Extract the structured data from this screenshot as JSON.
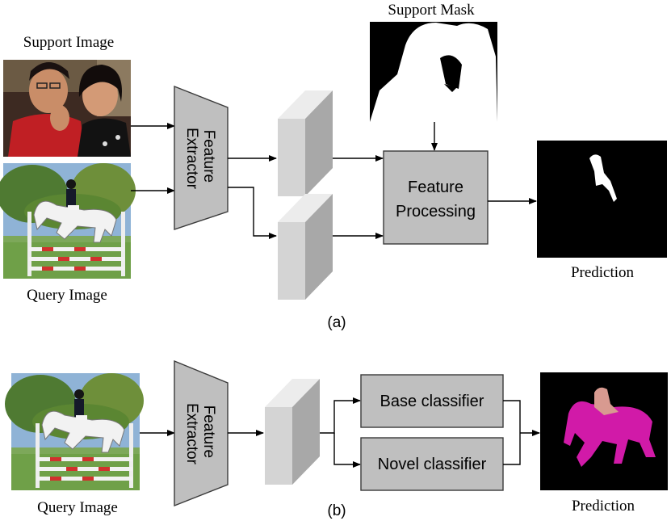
{
  "part_a": {
    "support_image_label": "Support Image",
    "query_image_label": "Query Image",
    "feature_extractor_line1": "Feature",
    "feature_extractor_line2": "Extractor",
    "support_mask_label": "Support Mask",
    "feature_processing_line1": "Feature",
    "feature_processing_line2": "Processing",
    "prediction_label": "Prediction",
    "caption": "(a)"
  },
  "part_b": {
    "query_image_label": "Query Image",
    "feature_extractor_line1": "Feature",
    "feature_extractor_line2": "Extractor",
    "base_classifier_label": "Base classifier",
    "novel_classifier_label": "Novel classifier",
    "prediction_label": "Prediction",
    "caption": "(b)"
  },
  "colors": {
    "block_fill": "#bfbfbf",
    "block_stroke": "#3a3a3a",
    "cube_front": "#d4d4d4",
    "cube_top": "#ececec",
    "cube_side": "#a8a8a8",
    "mask_bg": "#000000",
    "mask_fg": "#ffffff",
    "pred_horse": "#d11aa8",
    "pred_person": "#d89a90"
  }
}
